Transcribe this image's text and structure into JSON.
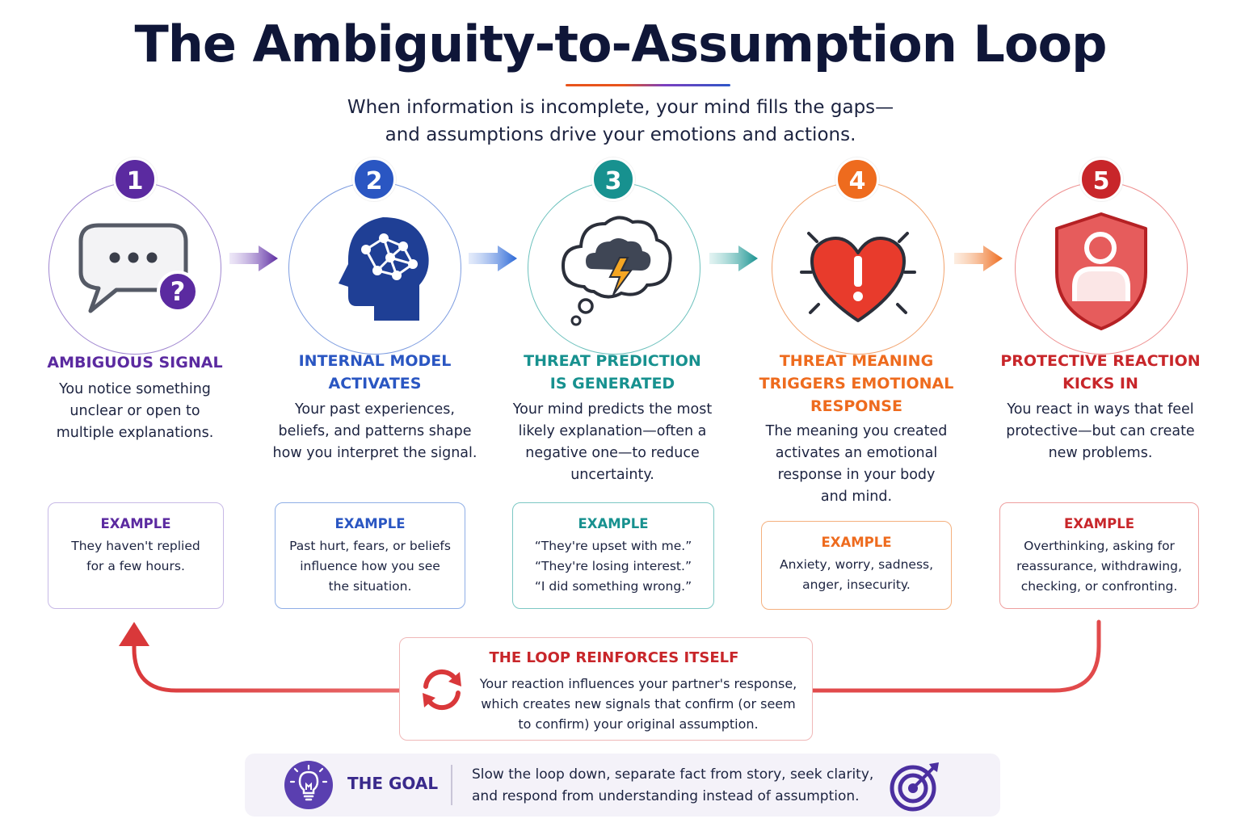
{
  "header": {
    "title": "The Ambiguity-to-Assumption Loop",
    "subtitle_line1": "When information is incomplete, your mind fills the gaps—",
    "subtitle_line2": "and assumptions drive your emotions and actions."
  },
  "steps": [
    {
      "number": "1",
      "color": "#5b2aa0",
      "title_lines": [
        "AMBIGUOUS SIGNAL"
      ],
      "desc_lines": [
        "You notice something",
        "unclear or open to",
        "multiple explanations."
      ],
      "icon": "speech-bubble-question-icon",
      "example_label": "EXAMPLE",
      "example_lines": [
        "They haven't replied",
        "for a few hours."
      ]
    },
    {
      "number": "2",
      "color": "#2a56c2",
      "title_lines": [
        "INTERNAL MODEL",
        "ACTIVATES"
      ],
      "desc_lines": [
        "Your past experiences,",
        "beliefs, and patterns shape",
        "how you interpret the signal."
      ],
      "icon": "head-network-icon",
      "example_label": "EXAMPLE",
      "example_lines": [
        "Past hurt, fears, or beliefs",
        "influence how you see",
        "the situation."
      ]
    },
    {
      "number": "3",
      "color": "#17918f",
      "title_lines": [
        "THREAT PREDICTION",
        "IS GENERATED"
      ],
      "desc_lines": [
        "Your mind predicts the most",
        "likely explanation—often a",
        "negative one—to reduce",
        "uncertainty."
      ],
      "icon": "storm-cloud-thought-icon",
      "example_label": "EXAMPLE",
      "example_lines": [
        "“They're upset with me.”",
        "“They're losing interest.”",
        "“I did something wrong.”"
      ]
    },
    {
      "number": "4",
      "color": "#ee6b1e",
      "title_lines": [
        "THREAT MEANING",
        "TRIGGERS EMOTIONAL",
        "RESPONSE"
      ],
      "desc_lines": [
        "The meaning you created",
        "activates an emotional",
        "response in your body",
        "and mind."
      ],
      "icon": "heart-alert-icon",
      "example_label": "EXAMPLE",
      "example_lines": [
        "Anxiety, worry, sadness,",
        "anger, insecurity."
      ]
    },
    {
      "number": "5",
      "color": "#c8262a",
      "title_lines": [
        "PROTECTIVE REACTION",
        "KICKS IN"
      ],
      "desc_lines": [
        "You react in ways that feel",
        "protective—but can create",
        "new problems."
      ],
      "icon": "shield-person-icon",
      "example_label": "EXAMPLE",
      "example_lines": [
        "Overthinking, asking for",
        "reassurance, withdrawing,",
        "checking, or confronting."
      ]
    }
  ],
  "loop": {
    "title": "THE LOOP REINFORCES ITSELF",
    "text_lines": [
      "Your reaction influences your partner's response,",
      "which creates new signals that confirm (or seem",
      "to confirm) your original assumption."
    ],
    "icon": "cycle-arrows-icon",
    "color": "#d9383a"
  },
  "goal": {
    "label": "THE GOAL",
    "text_lines": [
      "Slow the loop down, separate fact from story, seek clarity,",
      "and respond from understanding instead of assumption."
    ],
    "icon_left": "lightbulb-icon",
    "icon_right": "target-icon",
    "color": "#4b2fa0"
  }
}
